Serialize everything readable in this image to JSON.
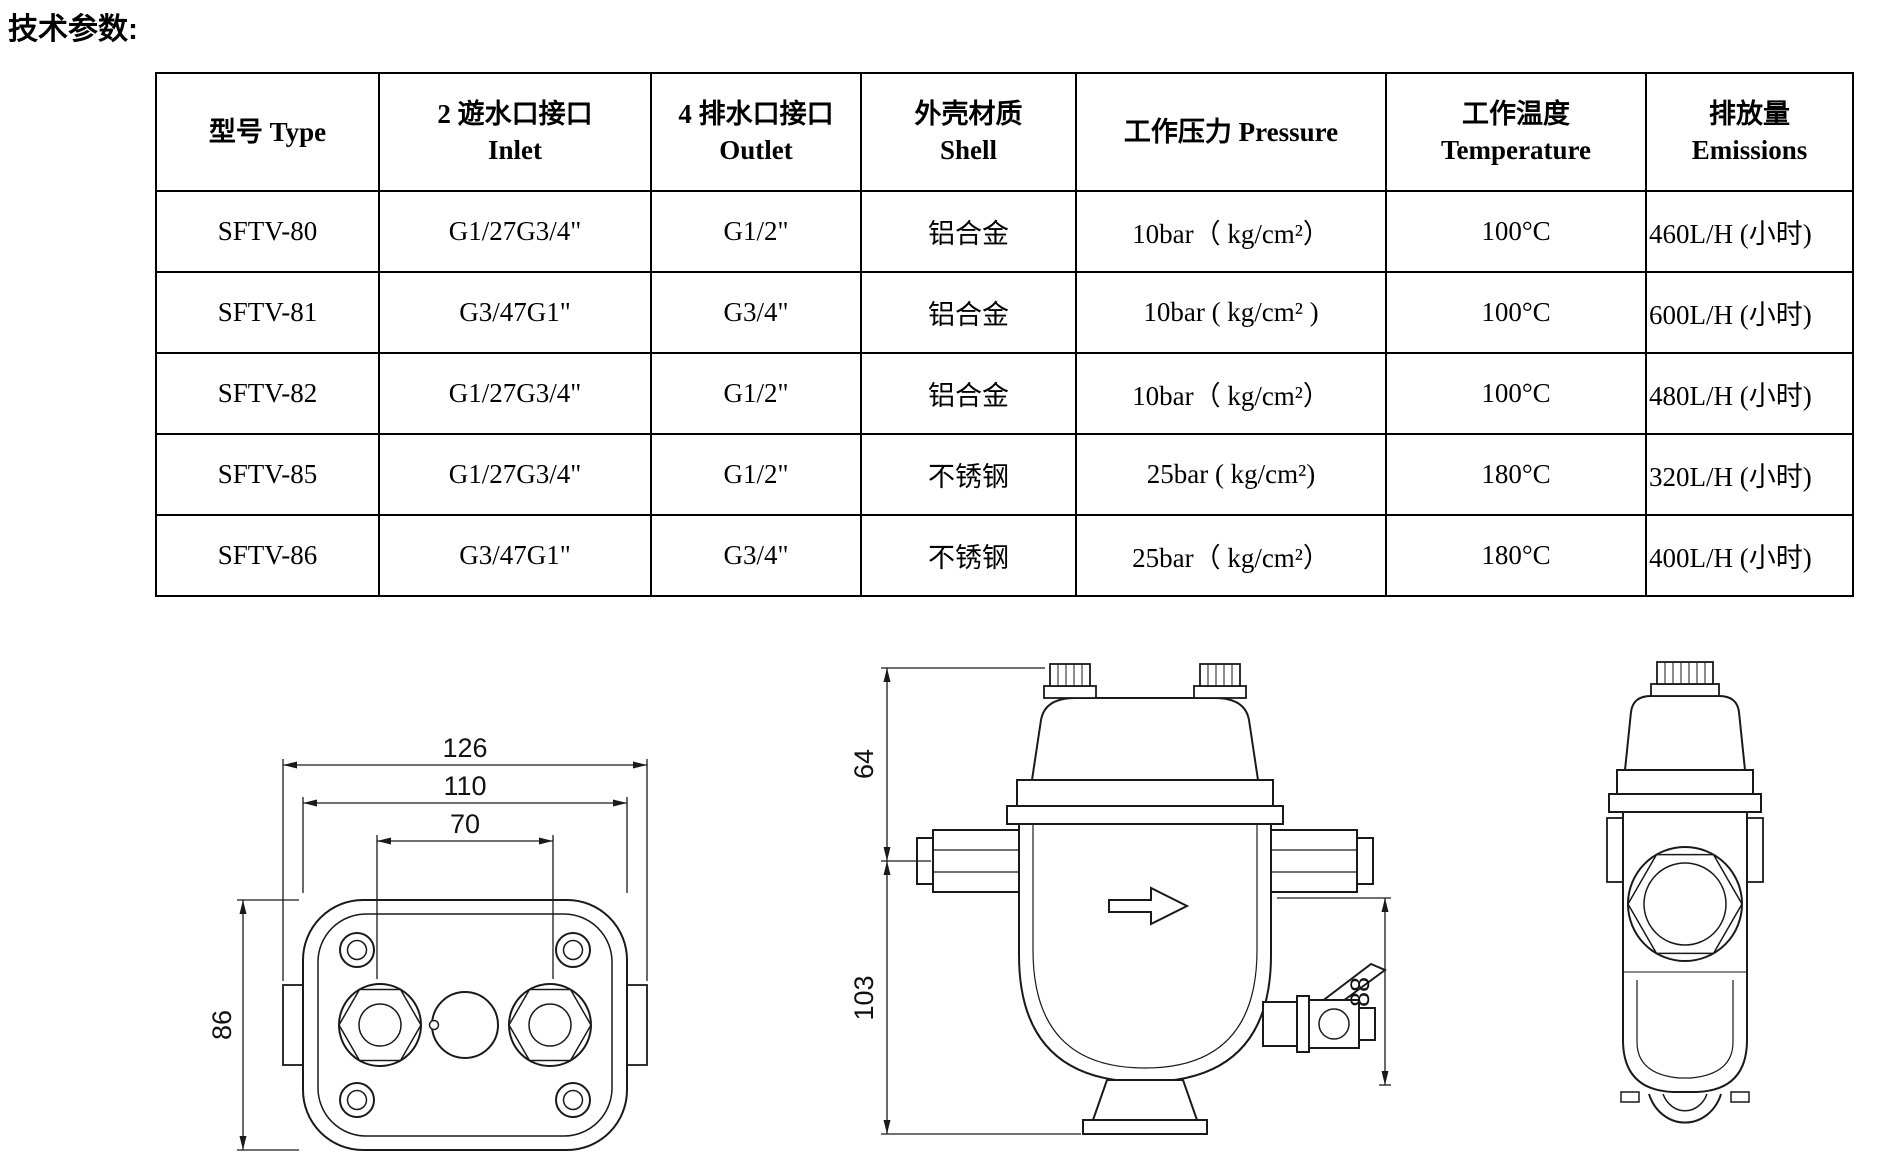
{
  "page": {
    "title": "技术参数:"
  },
  "table": {
    "headers": [
      "型号  Type",
      "2 遊水口接口\nInlet",
      "4 排水口接口\nOutlet",
      "外壳材质\nShell",
      "工作压力  Pressure",
      "工作温度\nTemperature",
      "排放量\nEmissions"
    ],
    "rows": [
      [
        "SFTV-80",
        "G1/27G3/4\"",
        "G1/2\"",
        "铝合金",
        "10bar（ kg/cm²）",
        "100°C",
        "460L/H (小时)"
      ],
      [
        "SFTV-81",
        "G3/47G1\"",
        "G3/4\"",
        "铝合金",
        "10bar ( kg/cm² )",
        "100°C",
        "600L/H (小时)"
      ],
      [
        "SFTV-82",
        "G1/27G3/4\"",
        "G1/2\"",
        "铝合金",
        "10bar（ kg/cm²）",
        "100°C",
        "480L/H (小时)"
      ],
      [
        "SFTV-85",
        "G1/27G3/4\"",
        "G1/2\"",
        "不锈钢",
        "25bar ( kg/cm²)",
        "180°C",
        "320L/H (小时)"
      ],
      [
        "SFTV-86",
        "G3/47G1\"",
        "G3/4\"",
        "不锈钢",
        "25bar（ kg/cm²）",
        "180°C",
        "400L/H (小时)"
      ]
    ]
  },
  "drawings": {
    "top_view": {
      "overall_width": "126",
      "body_width": "110",
      "port_spacing": "70",
      "body_height": "86"
    },
    "side_view": {
      "top_section_height": "64",
      "lower_section_height": "103",
      "outlet_drop": "88"
    }
  },
  "colors": {
    "line": "#1a1a1a",
    "background": "#ffffff"
  }
}
